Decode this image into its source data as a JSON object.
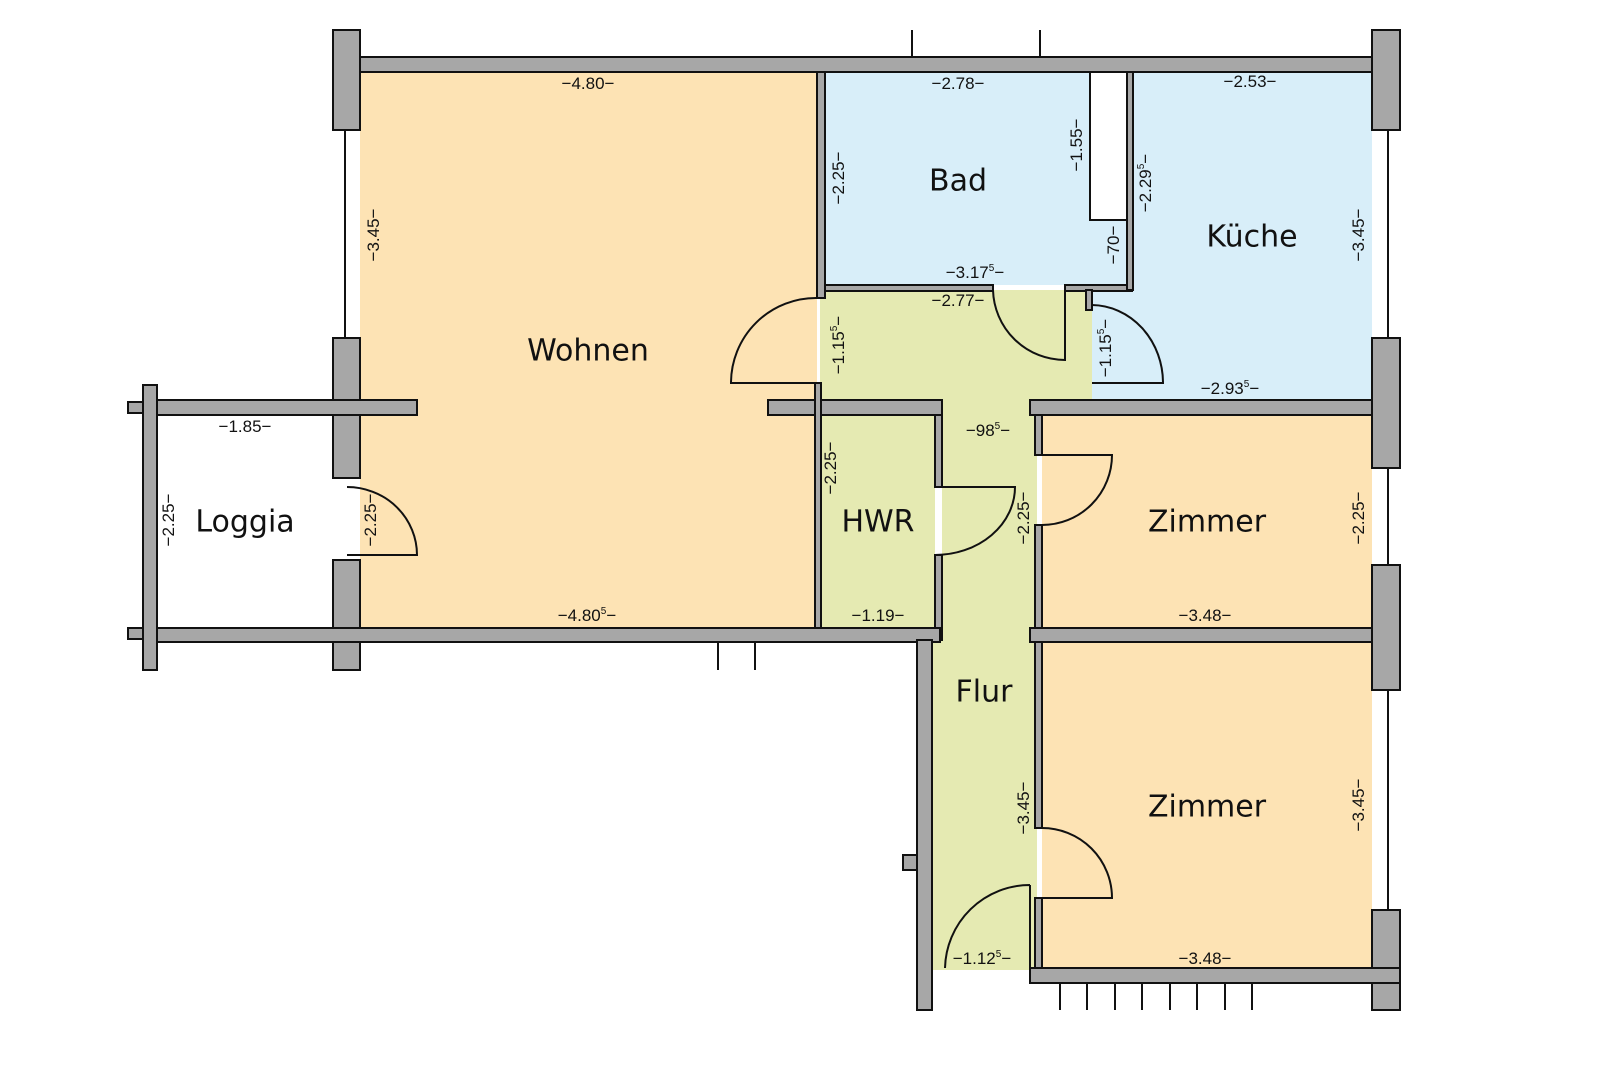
{
  "colors": {
    "living": "#fde3b4",
    "wet": "#d8eef9",
    "circulation": "#e5eab2",
    "wall": "#a7a7a7"
  },
  "rooms": {
    "wohnen": {
      "name": "Wohnen",
      "dims": [
        {
          "t": "−4.80−"
        },
        {
          "t": "−3.45−"
        },
        {
          "t": "−4.80",
          "s": "5"
        }
      ]
    },
    "bad": {
      "name": "Bad",
      "dims": [
        {
          "t": "−2.78−"
        },
        {
          "t": "−2.25−"
        },
        {
          "t": "−1.55−"
        },
        {
          "t": "−70−"
        },
        {
          "t": "−3.17",
          "s": "5"
        }
      ]
    },
    "kueche": {
      "name": "Küche",
      "dims": [
        {
          "t": "−2.53−"
        },
        {
          "t": "−2.29",
          "s": "5"
        },
        {
          "t": "−3.45−"
        },
        {
          "t": "−2.93",
          "s": "5"
        }
      ]
    },
    "flur": {
      "name": "Flur",
      "dims": [
        {
          "t": "−2.77−"
        },
        {
          "t": "−1.15",
          "s": "5"
        },
        {
          "t": "−1.15",
          "s": "5"
        },
        {
          "t": "−98",
          "s": "5"
        },
        {
          "t": "−2.25−"
        },
        {
          "t": "−3.45−"
        },
        {
          "t": "−1.12",
          "s": "5"
        }
      ]
    },
    "hwr": {
      "name": "HWR",
      "dims": [
        {
          "t": "−2.25−"
        },
        {
          "t": "−1.19−"
        }
      ]
    },
    "zimmer1": {
      "name": "Zimmer",
      "dims": [
        {
          "t": "−2.25−"
        },
        {
          "t": "−3.48−"
        }
      ]
    },
    "zimmer2": {
      "name": "Zimmer",
      "dims": [
        {
          "t": "−3.45−"
        },
        {
          "t": "−3.48−"
        }
      ]
    },
    "loggia": {
      "name": "Loggia",
      "dims": [
        {
          "t": "−1.85−"
        },
        {
          "t": "−2.25−"
        },
        {
          "t": "−2.25−"
        }
      ]
    }
  }
}
